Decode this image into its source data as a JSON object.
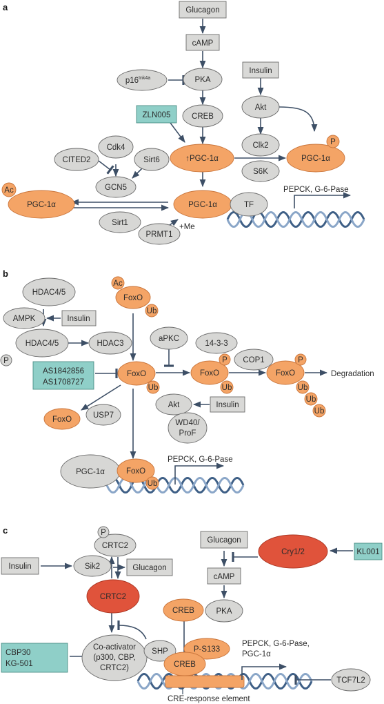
{
  "panels": {
    "a": "a",
    "b": "b",
    "c": "c"
  },
  "a": {
    "glucagon": "Glucagon",
    "camp": "cAMP",
    "p16": "p16",
    "p16_sup": "Ink4a",
    "pka": "PKA",
    "creb": "CREB",
    "zln005": "ZLN005",
    "insulin": "Insulin",
    "akt": "Akt",
    "clk2": "Clk2",
    "s6k": "S6K",
    "pgc_up": "↑PGC-1α",
    "pgc_p": "PGC-1α",
    "p_badge": "P",
    "cited2": "CITED2",
    "cdk4": "Cdk4",
    "sirt6": "Sirt6",
    "gcn5": "GCN5",
    "ac_badge": "Ac",
    "pgc_ac": "PGC-1α",
    "pgc_dna": "PGC-1α",
    "tf": "TF",
    "sirt1": "Sirt1",
    "prmt1": "PRMT1",
    "me": "+Me",
    "genes": "PEPCK, G-6-Pase"
  },
  "b": {
    "hdac45_top": "HDAC4/5",
    "ampk": "AMPK",
    "insulin1": "Insulin",
    "hdac45_p": "HDAC4/5",
    "hdac3": "HDAC3",
    "p_badge": "P",
    "ac_badge": "Ac",
    "ub_badge": "Ub",
    "foxo_top": "FoxO",
    "apkc": "aPKC",
    "p1433": "14-3-3",
    "cop1": "COP1",
    "inhibitors": [
      "AS1842856",
      "AS1708727"
    ],
    "foxo_center": "FoxO",
    "foxo_p": "FoxO",
    "foxo_deg": "FoxO",
    "degradation": "Degradation",
    "foxo_small": "FoxO",
    "usp7": "USP7",
    "akt": "Akt",
    "insulin2": "Insulin",
    "wd40": [
      "WD40/",
      "ProF"
    ],
    "pgc": "PGC-1α",
    "foxo_dna": "FoxO",
    "genes": "PEPCK, G-6-Pase"
  },
  "c": {
    "p_badge": "P",
    "crtc2_top": "CRTC2",
    "insulin": "Insulin",
    "sik2": "Sik2",
    "glucagon_left": "Glucagon",
    "glucagon_right": "Glucagon",
    "cry12": "Cry1/2",
    "kl001": "KL001",
    "camp": "cAMP",
    "crtc2_red": "CRTC2",
    "creb_top": "CREB",
    "pka": "PKA",
    "inhibitors": [
      "CBP30",
      "KG-501"
    ],
    "coactivator": [
      "Co-activator",
      "(p300, CBP,",
      "CRTC2)"
    ],
    "shp": "SHP",
    "ps133": "P-S133",
    "creb_dna": "CREB",
    "genes": [
      "PEPCK, G-6-Pase,",
      "PGC-1α"
    ],
    "tcf7l2": "TCF7L2",
    "cre": "CRE-response element"
  }
}
